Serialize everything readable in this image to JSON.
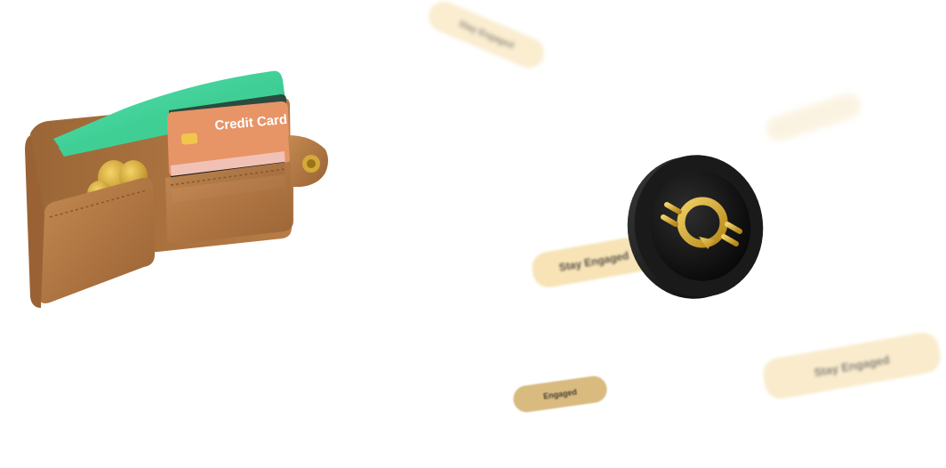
{
  "wallet": {
    "card_label": "Credit Card"
  },
  "pills": [
    {
      "label": "Stay Engaged"
    },
    {
      "label": ""
    },
    {
      "label": "Stay Engaged"
    },
    {
      "label": "Stay Engaged"
    },
    {
      "label": "Engaged"
    }
  ],
  "colors": {
    "pill": "#f6dfaa",
    "pill_dark": "#d7b87a",
    "wallet_brown": "#b67a45",
    "card_orange": "#e8956a",
    "money_green": "#43d39b",
    "coin_black": "#111111",
    "coin_gold": "#d4a93a"
  },
  "icons": {
    "wallet": "wallet-icon",
    "coin": "crypto-coin-icon"
  }
}
